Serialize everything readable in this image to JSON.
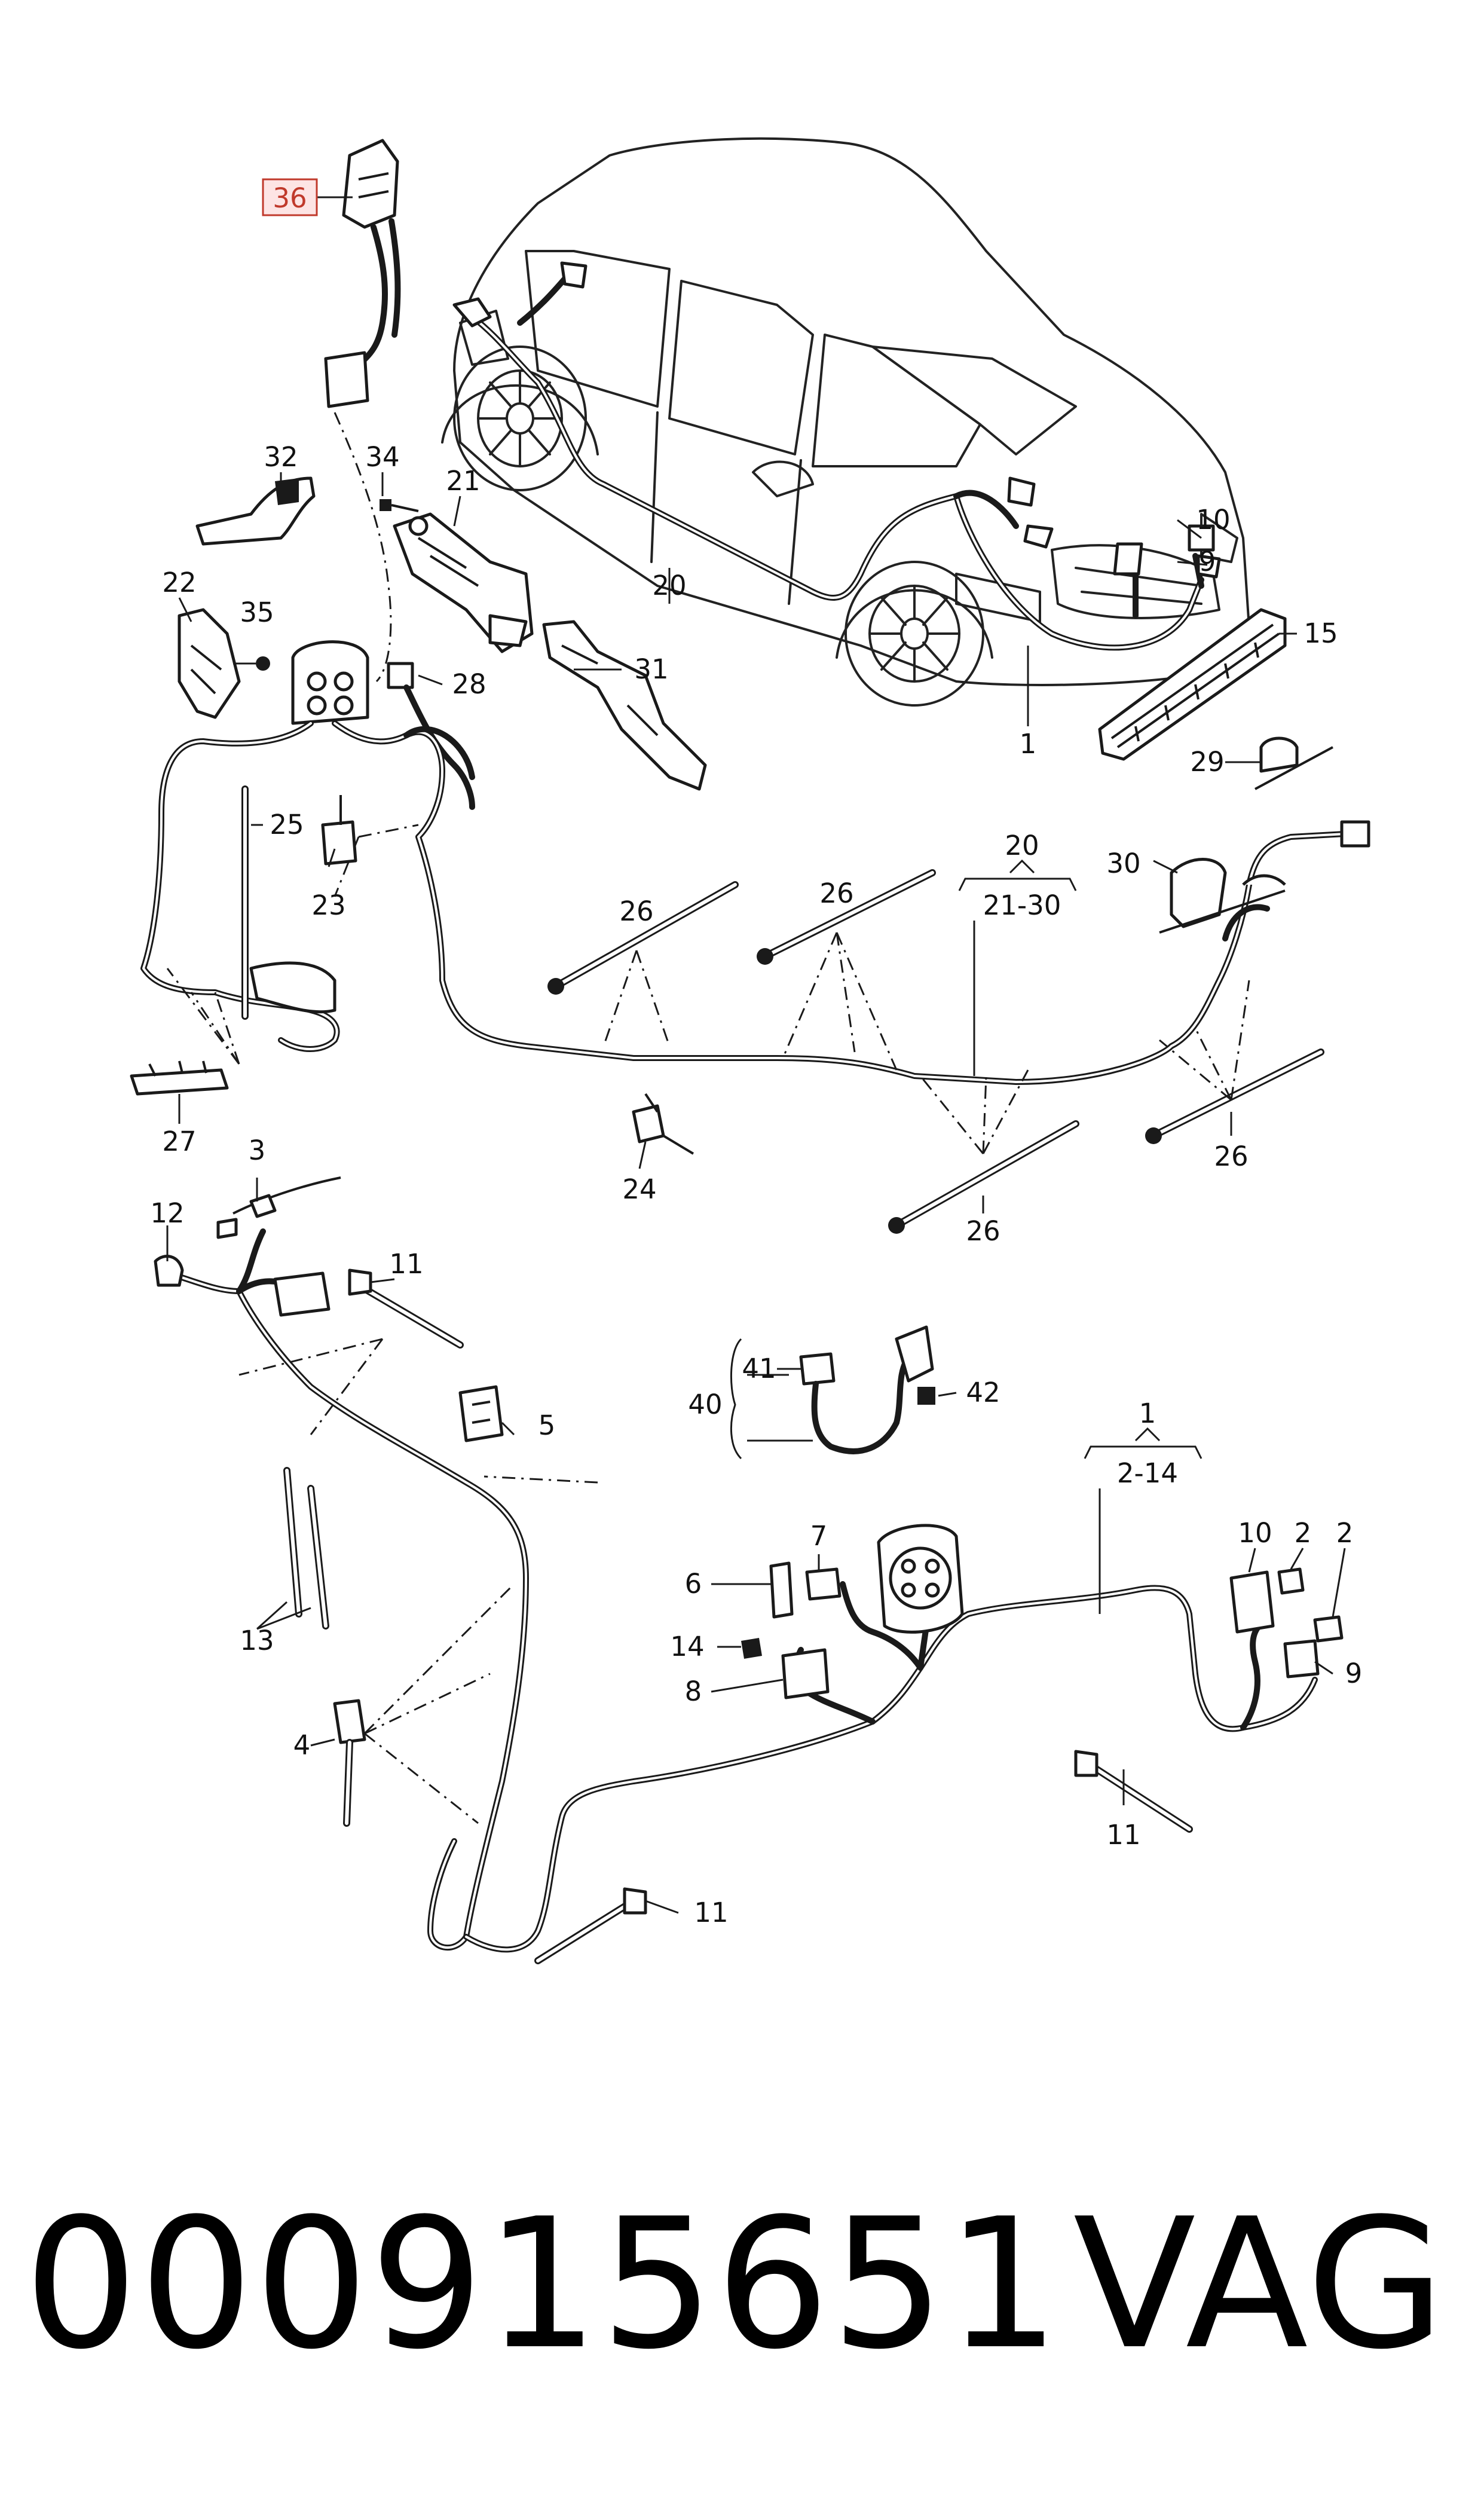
{
  "callouts": {
    "c36": "36",
    "c32": "32",
    "c34": "34",
    "c21": "21",
    "c22": "22",
    "c35": "35",
    "c28": "28",
    "c31": "31",
    "c20_car": "20",
    "c10_car": "10",
    "c9_car": "9",
    "c15": "15",
    "c1_car": "1",
    "c29": "29",
    "c30": "30",
    "c20_group": "20",
    "c20_group_range": "21-30",
    "c25": "25",
    "c23": "23",
    "c27": "27",
    "c26_a": "26",
    "c26_b": "26",
    "c26_c": "26",
    "c26_d": "26",
    "c24": "24",
    "c3": "3",
    "c12": "12",
    "c11_a": "11",
    "c5": "5",
    "c13": "13",
    "c4": "4",
    "c11_b": "11",
    "c41": "41",
    "c40": "40",
    "c42": "42",
    "c1_group": "1",
    "c1_group_range": "2-14",
    "c7": "7",
    "c6": "6",
    "c14": "14",
    "c8": "8",
    "c10_b": "10",
    "c2_a": "2",
    "c2_b": "2",
    "c9_b": "9",
    "c11_c": "11"
  },
  "footer": {
    "part_number": "000915651",
    "brand": "VAG"
  }
}
